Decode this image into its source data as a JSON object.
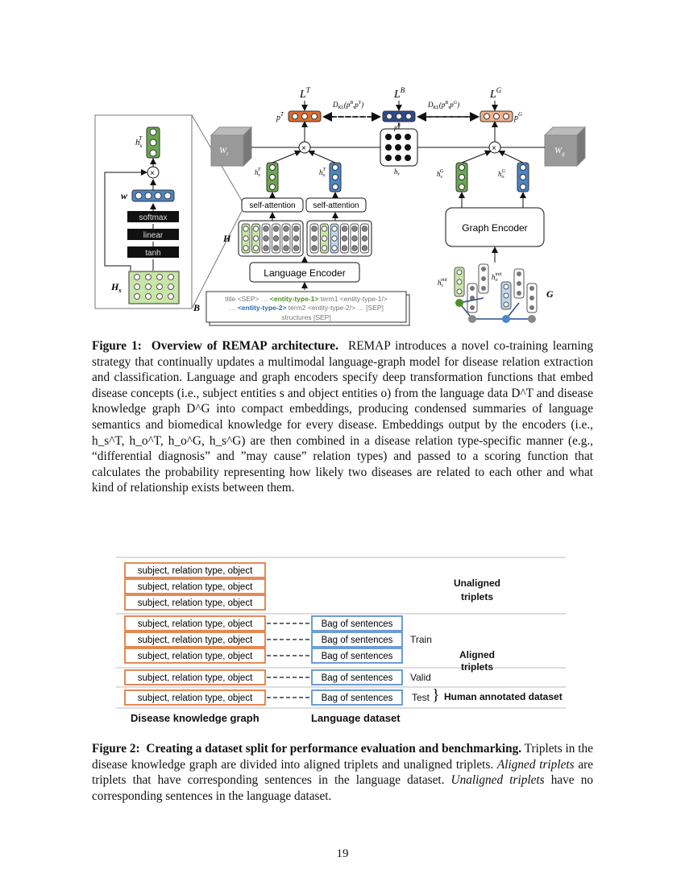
{
  "figure1": {
    "labels": {
      "LT": "L",
      "LT_sup": "T",
      "LB": "L",
      "LB_sup": "B",
      "LG": "L",
      "LG_sup": "G",
      "pT": "p",
      "pT_sup": "T",
      "pB": "p",
      "pB_sup": "B",
      "pG": "p",
      "pG_sup": "G",
      "dkl_left": "D",
      "dkl_left_sub": "KL",
      "dkl_left_args": "(p",
      "dkl_left_args2": ",p",
      "dkl_left_close": ")",
      "dkl_right": "D",
      "dkl_right_sub": "KL",
      "Wt": "W",
      "Wt_sub": "t",
      "Wg": "W",
      "Wg_sub": "g",
      "hr": "h",
      "hr_sub": "r",
      "H": "H",
      "B": "B",
      "G": "G",
      "hs": "H",
      "hs_sub": "s",
      "w": "w",
      "hsT": "h",
      "hsT_sub": "s",
      "hsT_sup": "T",
      "hoT": "h",
      "hoT_sub": "o",
      "hoT_sup": "T",
      "hsG": "h",
      "hsG_sub": "s",
      "hsG_sup": "G",
      "hoG": "h",
      "hoG_sub": "o",
      "hoG_sup": "G",
      "hs_init": "h",
      "hs_init_sub": "s",
      "hs_init_sup": "init",
      "ho_init": "h",
      "ho_init_sub": "o",
      "ho_init_sup": "init"
    },
    "boxes": {
      "softmax": "softmax",
      "linear": "linear",
      "tanh": "tanh",
      "self_attention_1": "self-attention",
      "self_attention_2": "self-attention",
      "language_encoder": "Language Encoder",
      "graph_encoder": "Graph Encoder"
    },
    "input_text": {
      "line1_a": "title <SEP> … ",
      "line1_entity": "<entity-type-1>",
      "line1_b": " term1 <entity-type-1/>",
      "line2_a": "… ",
      "line2_entity": "<entity-type-2>",
      "line2_b": " term2 <entity-type-2/> … [SEP]",
      "line3": "structures [SEP]"
    },
    "colors": {
      "green": "#6aa84f",
      "blue": "#4a86c8",
      "orange": "#e06c2b",
      "navy": "#2c4a8c",
      "peach": "#f5b28a",
      "lightgreen": "#c9e6a8",
      "lightblue": "#bcd6f2"
    }
  },
  "caption1": {
    "label": "Figure 1:",
    "title": "Overview of REMAP architecture.",
    "text": "REMAP introduces a novel co-training learning strategy that continually updates a multimodal language-graph model for disease relation extraction and classification. Language and graph encoders specify deep transformation functions that embed disease concepts (i.e., subject entities s and object entities o) from the language data D^T and disease knowledge graph D^G into compact embeddings, producing condensed summaries of language semantics and biomedical knowledge for every disease. Embeddings output by the encoders (i.e., h_s^T, h_o^T, h_o^G, h_s^G) are then combined in a disease relation type-specific manner (e.g., “differential diagnosis” and ”may cause” relation types) and passed to a scoring function that calculates the probability representing how likely two diseases are related to each other and what kind of relationship exists between them."
  },
  "figure2": {
    "triplet_label": "subject, relation type, object",
    "sentence_label": "Bag of sentences",
    "unaligned": "Unaligned triplets",
    "unaligned_1": "Unaligned",
    "unaligned_2": "triplets",
    "aligned_1": "Aligned",
    "aligned_2": "triplets",
    "train": "Train",
    "valid": "Valid",
    "test": "Test",
    "brace": "}",
    "human": "Human annotated dataset",
    "kg_label": "Disease knowledge graph",
    "lang_label": "Language dataset"
  },
  "caption2": {
    "label": "Figure 2:",
    "title": "Creating a dataset split for performance evaluation and benchmarking.",
    "text1": "Triplets in the disease knowledge graph are divided into aligned triplets and unaligned triplets.",
    "em1": "Aligned triplets",
    "text2": " are triplets that have corresponding sentences in the language dataset. ",
    "em2": "Unaligned triplets",
    "text3": " have no corresponding sentences in the language dataset."
  },
  "page_number": "19"
}
